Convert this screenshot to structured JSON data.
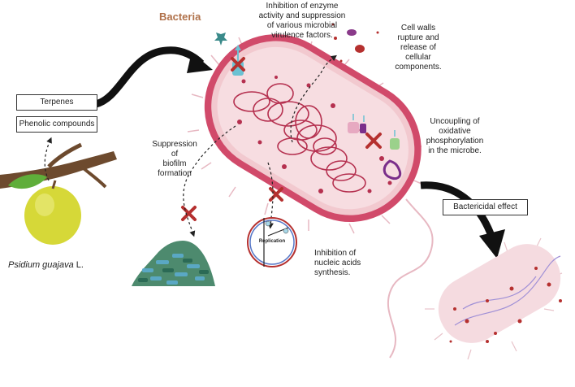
{
  "title": "Bacteria",
  "labels": {
    "terpenes": "Terpenes",
    "phenolic": "Phenolic compounds",
    "enzyme": [
      "Inhibition of enzyme",
      "activity and suppression",
      "of various microbial",
      "virulence factors."
    ],
    "cellwall": [
      "Cell walls",
      "rupture and",
      "release of",
      "cellular",
      "components."
    ],
    "uncoupling": [
      "Uncoupling of",
      "oxidative",
      "phosphorylation",
      "in the microbe."
    ],
    "biofilm": [
      "Suppression",
      "of",
      "biofilm",
      "formation"
    ],
    "nucleic": [
      "Inhibition of",
      "nucleic acids",
      "synthesis."
    ],
    "replication": "Replication",
    "bactericidal": "Bactericidal effect",
    "species_italic": "Psidium guajava",
    "species_suffix": " L."
  },
  "colors": {
    "cell_wall": "#d14a6a",
    "cell_body": "#f2c9cf",
    "dna": "#b5304f",
    "inhibit_x": "#b5302f",
    "title": "#b0714a",
    "guava": "#d6d838",
    "leaf": "#5fae3a",
    "branch": "#6d4a2e",
    "dead_cell": "#f5dbe0"
  }
}
